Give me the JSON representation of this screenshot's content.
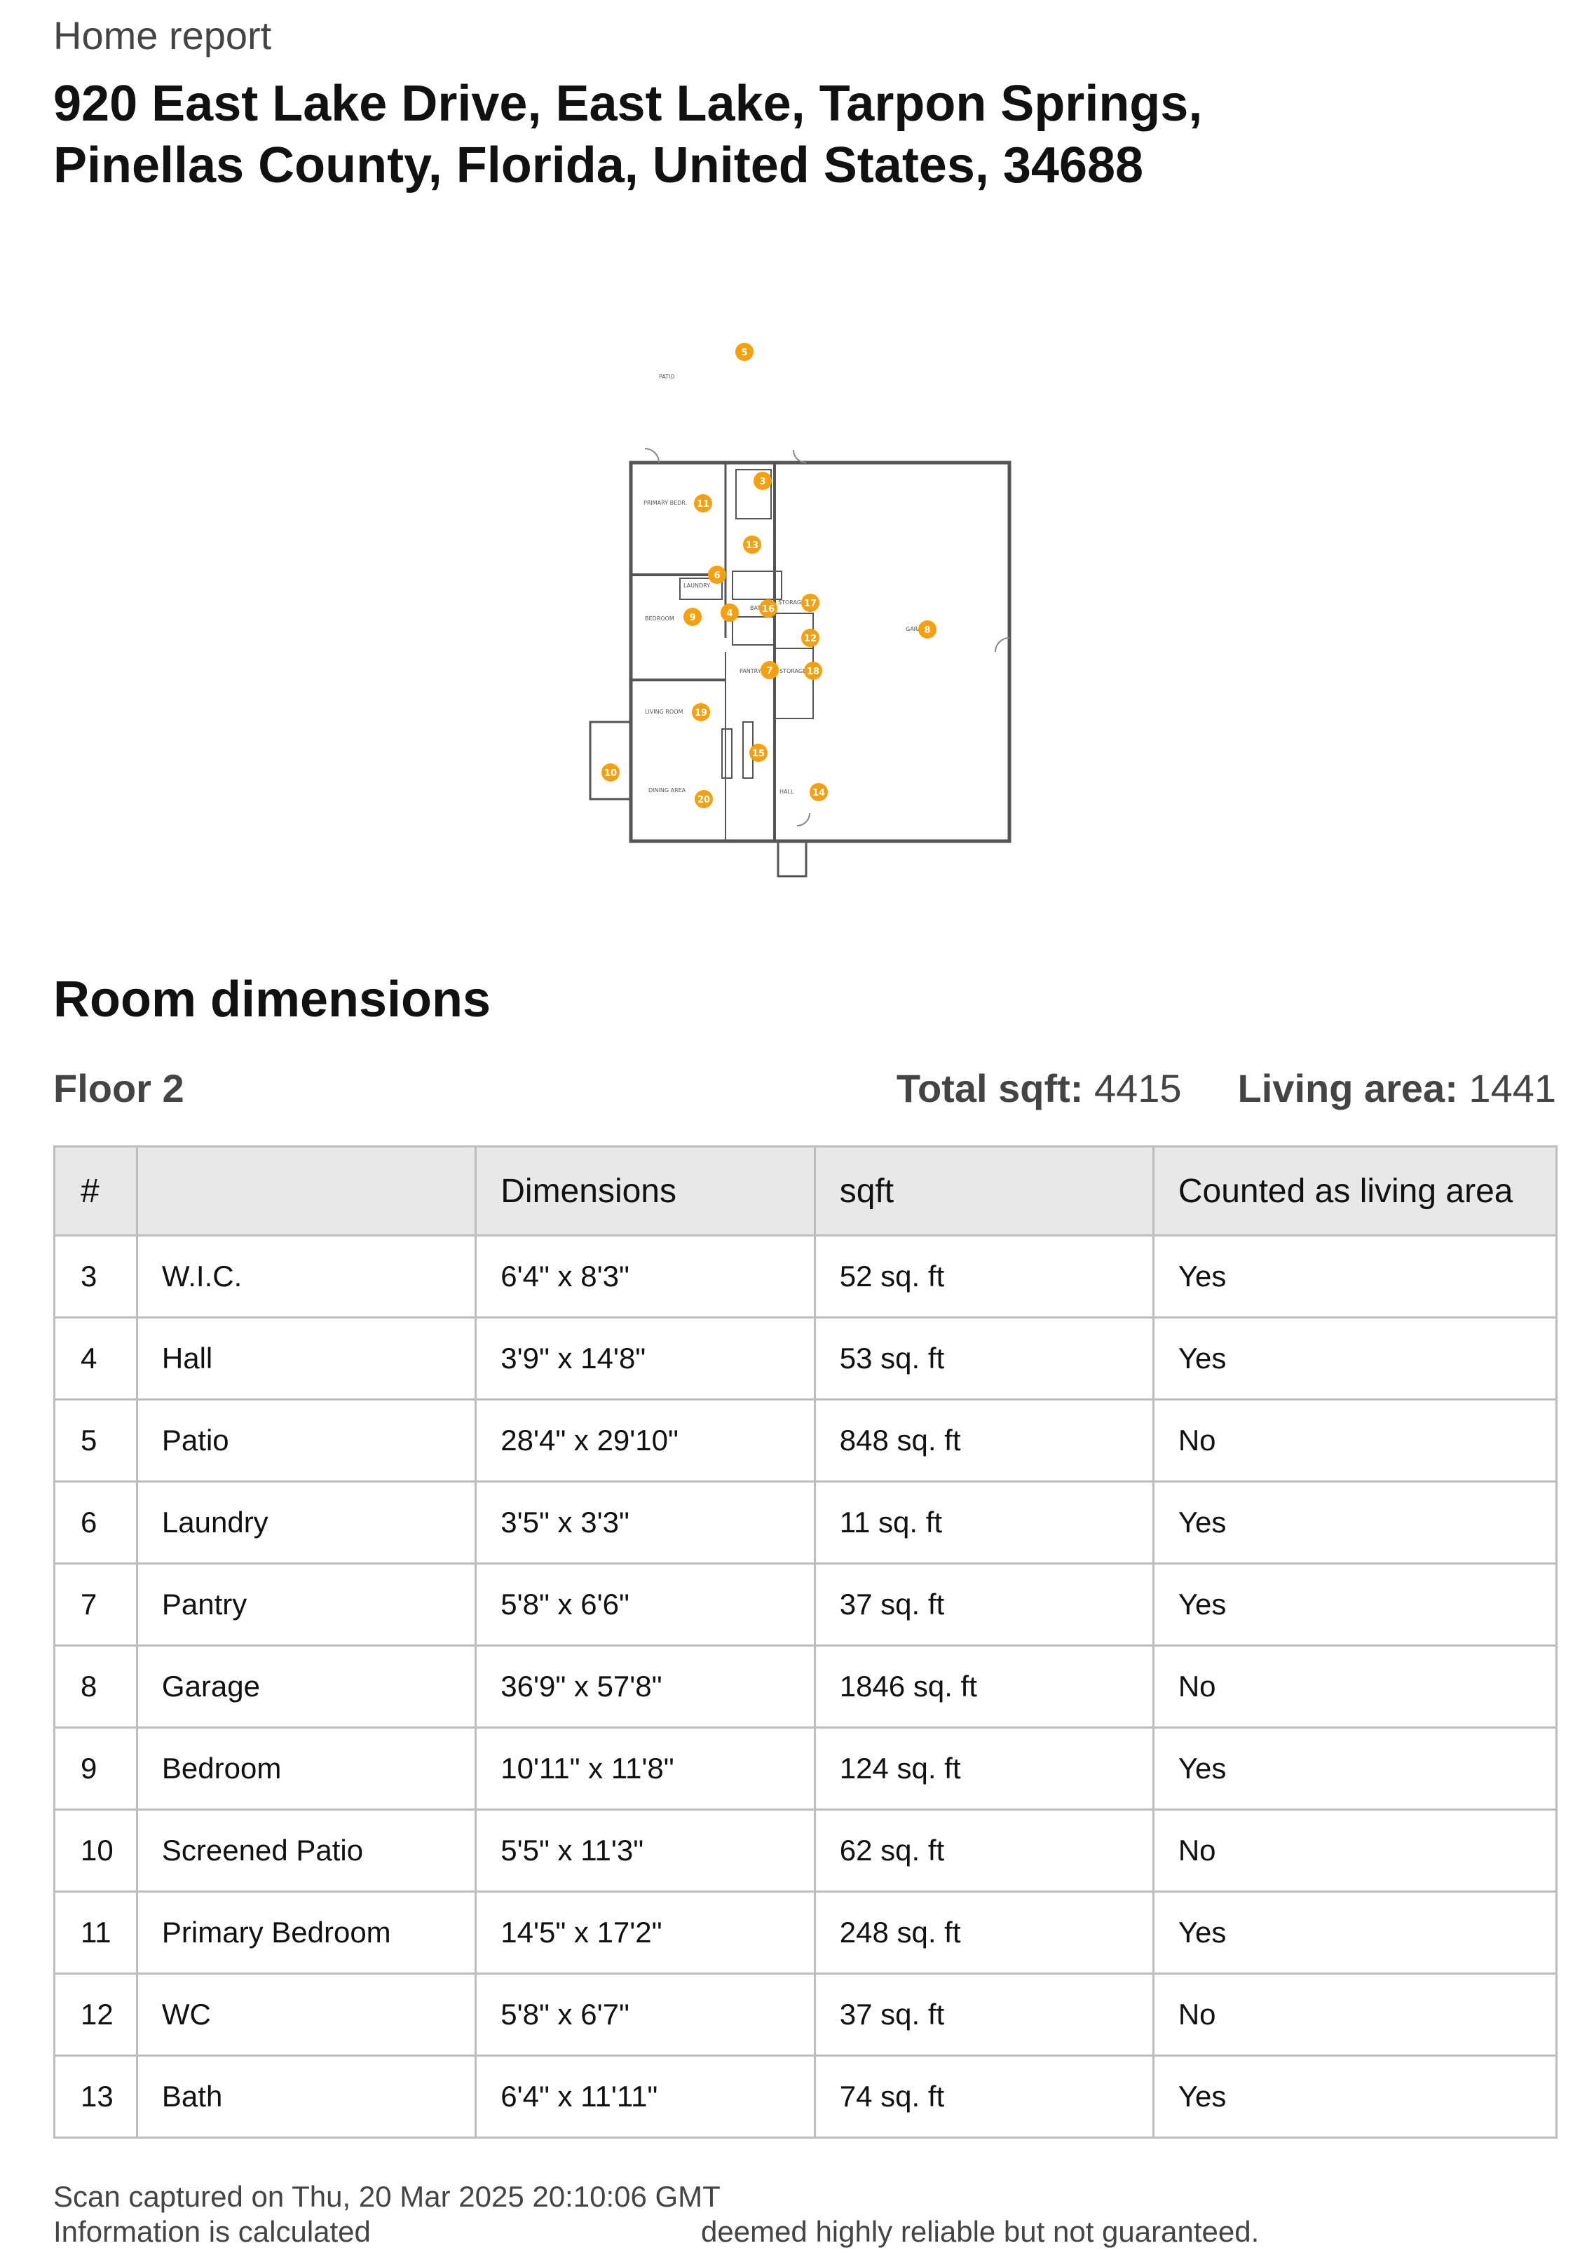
{
  "header": {
    "kicker": "Home report",
    "address_line1": "920 East Lake Drive, East Lake, Tarpon Springs,",
    "address_line2": "Pinellas County, Florida, United States, 34688"
  },
  "floorplan": {
    "colors": {
      "wall": "#555555",
      "marker": "#f5a00c",
      "marker_text": "#ffffff"
    },
    "markers": [
      {
        "n": "5",
        "label": "PATIO"
      },
      {
        "n": "11",
        "label": "PRIMARY BEDR."
      },
      {
        "n": "3",
        "label": ""
      },
      {
        "n": "13",
        "label": ""
      },
      {
        "n": "6",
        "label": "LAUNDRY"
      },
      {
        "n": "9",
        "label": "BEDROOM"
      },
      {
        "n": "4",
        "label": ""
      },
      {
        "n": "16",
        "label": "BATH"
      },
      {
        "n": "17",
        "label": "STORAGE"
      },
      {
        "n": "8",
        "label": "GARAGE"
      },
      {
        "n": "12",
        "label": ""
      },
      {
        "n": "7",
        "label": "PANTRY"
      },
      {
        "n": "18",
        "label": "STORAGE"
      },
      {
        "n": "19",
        "label": "LIVING ROOM"
      },
      {
        "n": "15",
        "label": ""
      },
      {
        "n": "10",
        "label": ""
      },
      {
        "n": "20",
        "label": "DINING AREA"
      },
      {
        "n": "14",
        "label": "HALL"
      }
    ]
  },
  "section": {
    "title": "Room dimensions",
    "floor": "Floor 2",
    "total_label": "Total sqft:",
    "total_value": "4415",
    "living_label": "Living area:",
    "living_value": "1441"
  },
  "table": {
    "headers": [
      "#",
      "",
      "Dimensions",
      "sqft",
      "Counted as living area"
    ],
    "rows": [
      [
        "3",
        "W.I.C.",
        "6'4\" x 8'3\"",
        "52 sq. ft",
        "Yes"
      ],
      [
        "4",
        "Hall",
        "3'9\" x 14'8\"",
        "53 sq. ft",
        "Yes"
      ],
      [
        "5",
        "Patio",
        "28'4\" x 29'10\"",
        "848 sq. ft",
        "No"
      ],
      [
        "6",
        "Laundry",
        "3'5\" x 3'3\"",
        "11 sq. ft",
        "Yes"
      ],
      [
        "7",
        "Pantry",
        "5'8\" x 6'6\"",
        "37 sq. ft",
        "Yes"
      ],
      [
        "8",
        "Garage",
        "36'9\" x 57'8\"",
        "1846 sq. ft",
        "No"
      ],
      [
        "9",
        "Bedroom",
        "10'11\" x 11'8\"",
        "124 sq. ft",
        "Yes"
      ],
      [
        "10",
        "Screened Patio",
        "5'5\" x 11'3\"",
        "62 sq. ft",
        "No"
      ],
      [
        "11",
        "Primary Bedroom",
        "14'5\" x 17'2\"",
        "248 sq. ft",
        "Yes"
      ],
      [
        "12",
        "WC",
        "5'8\" x 6'7\"",
        "37 sq. ft",
        "No"
      ],
      [
        "13",
        "Bath",
        "6'4\" x 11'11\"",
        "74 sq. ft",
        "Yes"
      ]
    ]
  },
  "footer": {
    "line1": "Scan captured on Thu, 20 Mar 2025 20:10:06 GMT",
    "line2_start": "Information is calculated",
    "line2_end": "deemed highly reliable but not guaranteed."
  }
}
